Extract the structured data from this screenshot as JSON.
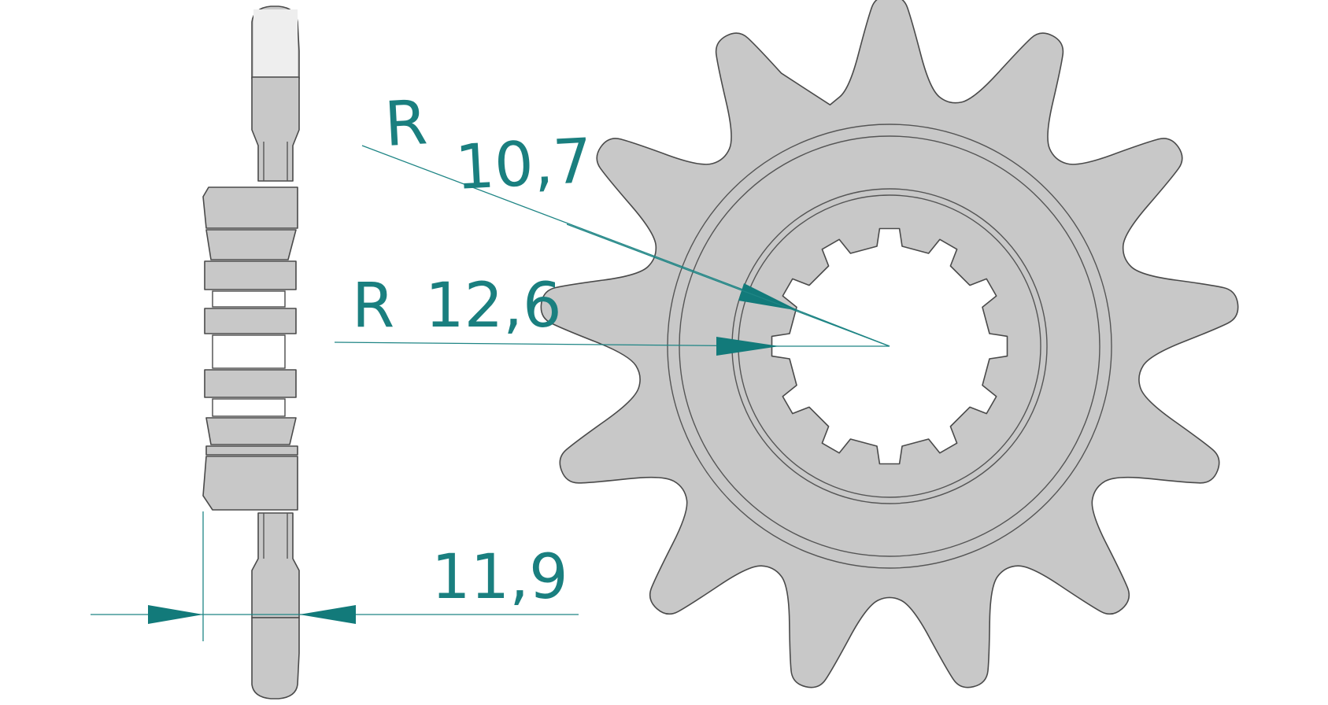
{
  "dimensions": {
    "outer_radius": {
      "prefix": "R",
      "value": "10,7"
    },
    "inner_radius": {
      "prefix": "R",
      "value": "12,6"
    },
    "width": {
      "value": "11,9"
    }
  },
  "colors": {
    "part_fill": "#c8c8c8",
    "outline": "#4a4a4a",
    "dimension": "#1a7f7f"
  },
  "sprocket": {
    "teeth": 13,
    "splines": 12
  }
}
